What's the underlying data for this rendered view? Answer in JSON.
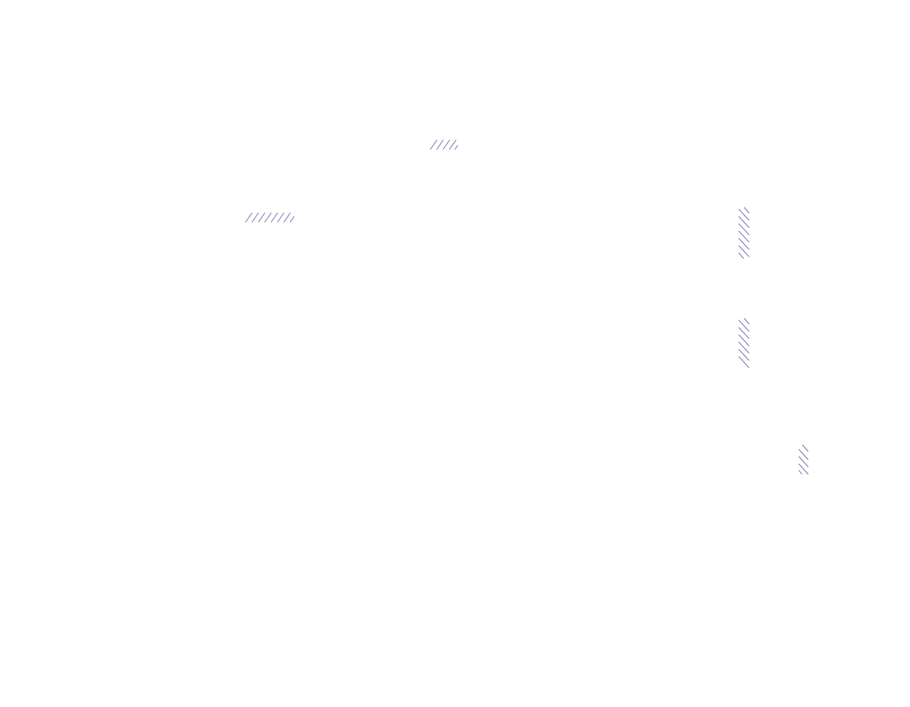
{
  "page": {
    "background_color": "#ffffff"
  },
  "hatch_marks": {
    "stroke_color": "#8a8ab8",
    "items": [
      {
        "name": "hatch-mark-top-center",
        "orientation": "horizontal",
        "slant": "forward"
      },
      {
        "name": "hatch-mark-upper-left",
        "orientation": "horizontal",
        "slant": "forward"
      },
      {
        "name": "hatch-mark-right-upper",
        "orientation": "vertical",
        "slant": "backward"
      },
      {
        "name": "hatch-mark-right-middle",
        "orientation": "vertical",
        "slant": "backward"
      },
      {
        "name": "hatch-mark-far-right-lower",
        "orientation": "vertical",
        "slant": "backward"
      }
    ]
  }
}
